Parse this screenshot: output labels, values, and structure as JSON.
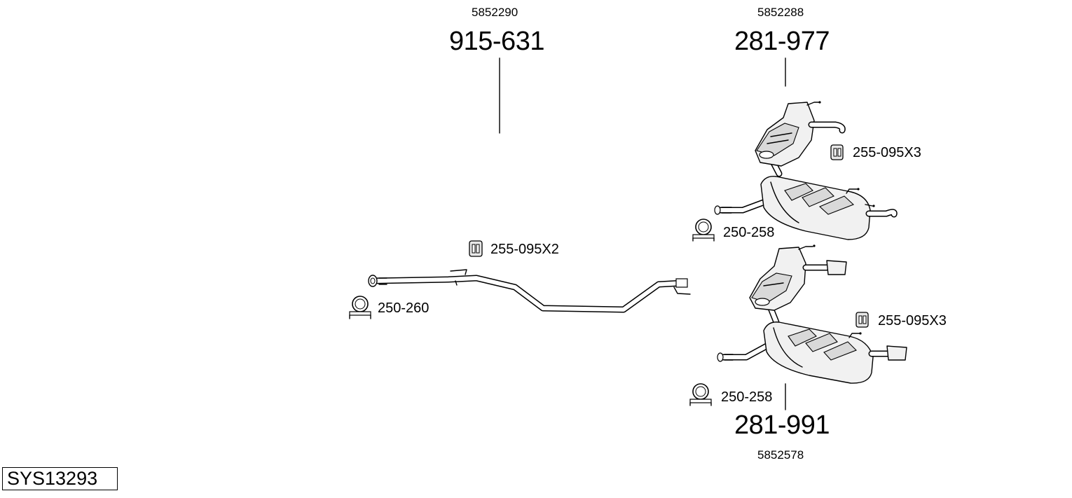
{
  "assembly_code": "SYS13293",
  "parts": {
    "center_pipe": {
      "oe_number": "5852290",
      "part_number": "915-631"
    },
    "rear_upper": {
      "oe_number": "5852288",
      "part_number": "281-977"
    },
    "rear_lower": {
      "oe_number": "5852578",
      "part_number": "281-991"
    }
  },
  "accessories": {
    "clamp_front": "250-260",
    "mount_center": "255-095X2",
    "mount_upper": "255-095X3",
    "clamp_upper": "250-258",
    "mount_lower": "255-095X3",
    "clamp_lower": "250-258"
  }
}
